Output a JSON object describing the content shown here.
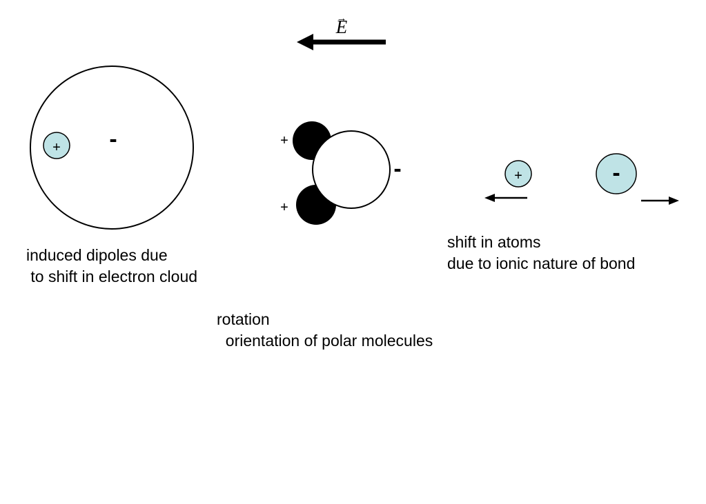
{
  "field": {
    "symbol": "E",
    "vector_mark": "→",
    "direction": "left"
  },
  "electronic": {
    "nucleus_sign": "+",
    "cloud_sign": "-",
    "caption_line1": "induced dipoles due",
    "caption_line2": " to shift in electron cloud"
  },
  "orientational": {
    "hydrogen_sign_top": "+",
    "hydrogen_sign_bottom": "+",
    "oxygen_sign": "-",
    "caption_line1": "rotation",
    "caption_line2": "  orientation of polar molecules"
  },
  "ionic": {
    "cation_sign": "+",
    "anion_sign": "-",
    "caption_line1": "shift in atoms",
    "caption_line2": "due to ionic nature of bond"
  },
  "colors": {
    "ion_fill": "#bfe3e6",
    "atom_fill": "#000000",
    "outline": "#000000",
    "background": "#ffffff"
  }
}
